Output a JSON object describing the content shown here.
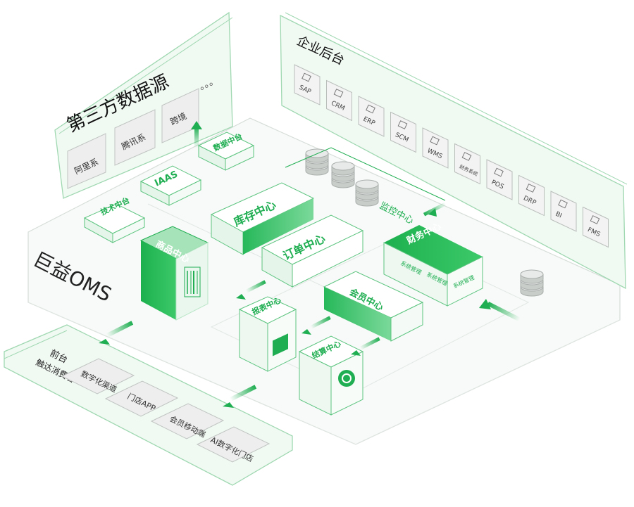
{
  "third_party": {
    "title": "第三方数据源",
    "items": [
      "阿里系",
      "腾讯系",
      "跨境"
    ],
    "more": "。。。"
  },
  "backend": {
    "title": "企业后台",
    "systems": [
      {
        "label": "SAP",
        "icon": "sap-icon"
      },
      {
        "label": "CRM",
        "icon": "crm-icon"
      },
      {
        "label": "ERP",
        "icon": "erp-icon"
      },
      {
        "label": "SCM",
        "icon": "scm-icon"
      },
      {
        "label": "WMS",
        "icon": "truck-icon"
      },
      {
        "label": "财务系统",
        "icon": "yuan-icon"
      },
      {
        "label": "POS",
        "icon": "monitor-icon"
      },
      {
        "label": "DRP",
        "icon": "drp-icon"
      },
      {
        "label": "BI",
        "icon": "bi-icon"
      },
      {
        "label": "FMS",
        "icon": "fms-icon"
      }
    ]
  },
  "oms": {
    "brand": "巨益OMS",
    "tech_center": "技术中台",
    "iaas": "IAAS",
    "data_center": "数据中台",
    "product_center": "商品中心",
    "inventory_center": "库存中心",
    "order_center": "订单中心",
    "monitor_center": "监控中心",
    "finance_center": "财务中心",
    "member_center": "会员中心",
    "report_center": "报表中心",
    "settlement_center": "结算中心",
    "finance_tags": [
      "系统管理",
      "系统管理",
      "系统管理"
    ]
  },
  "frontend": {
    "title_line1": "前台",
    "title_line2": "触达消费者",
    "channels": [
      "数字化渠道",
      "门店APP",
      "会员移动端",
      "AI数字化门店"
    ]
  },
  "colors": {
    "accent": "#1fae51",
    "accent_dark": "#0f8f3e",
    "accent_light": "#c9efd5",
    "panel": "#f3faf5",
    "frame": "#a8dcb8",
    "line": "#cfd8d2",
    "gray_box": "#eceeed"
  }
}
